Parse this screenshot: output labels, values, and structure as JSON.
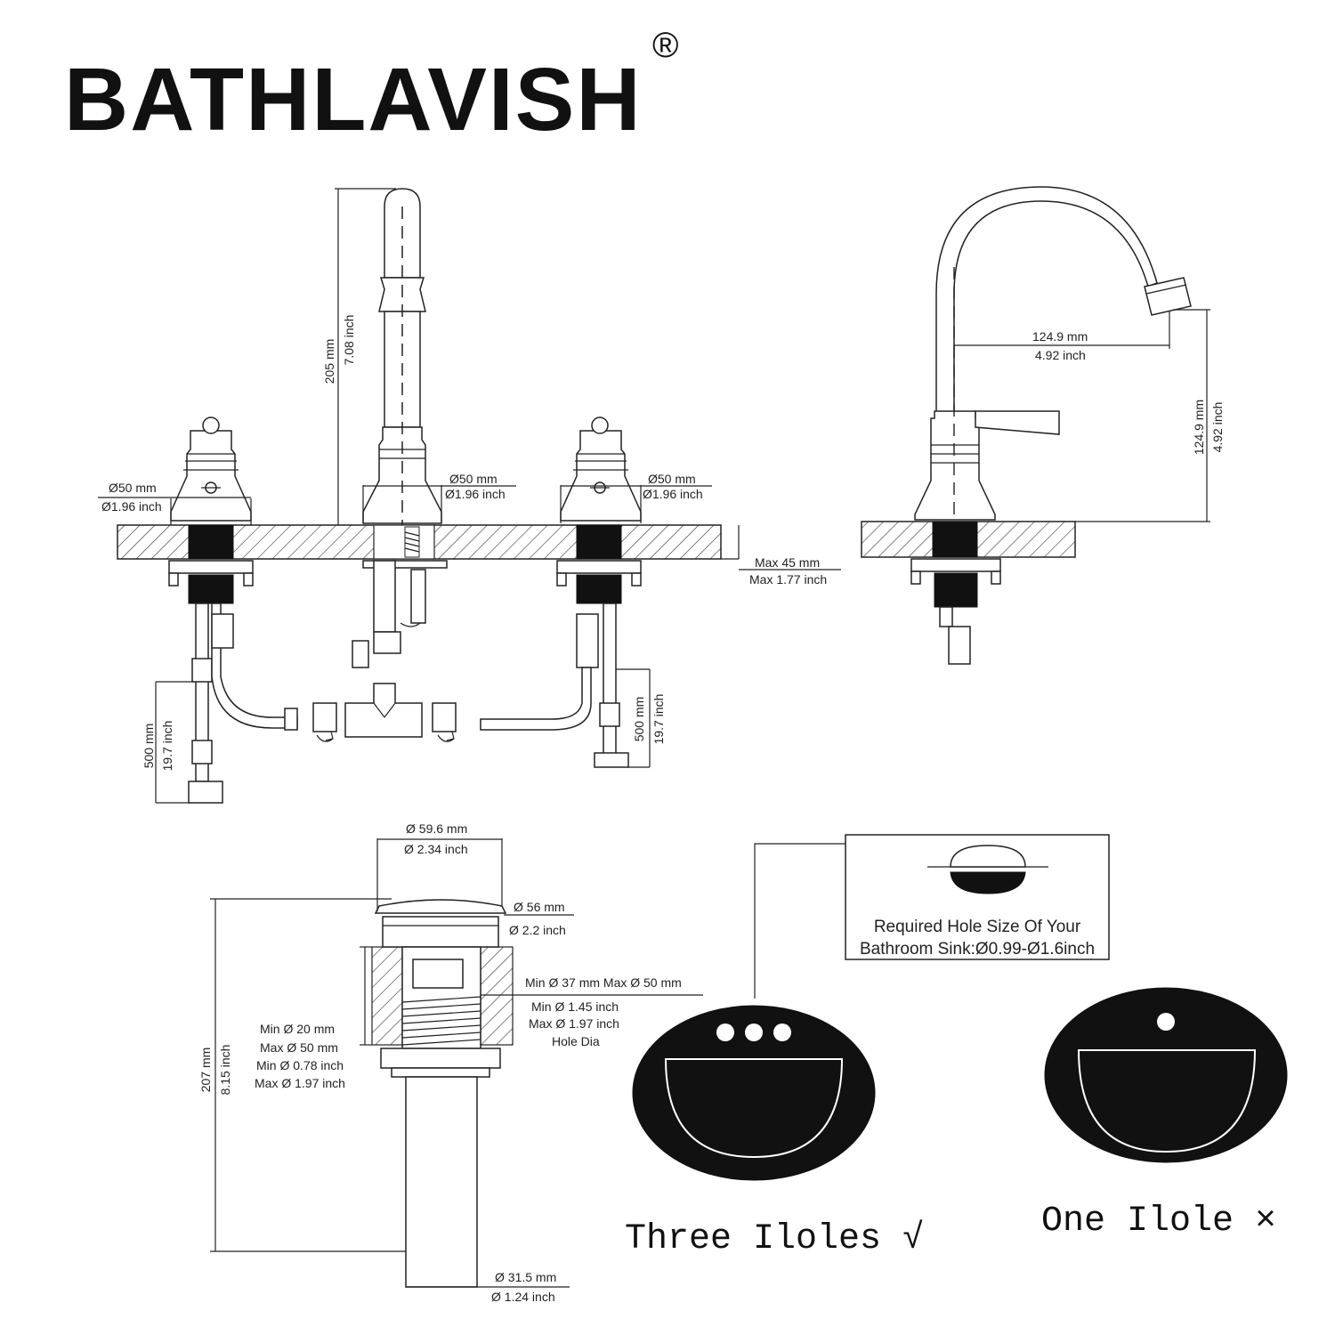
{
  "brand": {
    "name": "BATHLAVISH",
    "registered_mark": "®"
  },
  "faucet_front": {
    "spout_height_mm": "205 mm",
    "spout_height_in": "7.08 inch",
    "left_base_mm": "Ø50 mm",
    "left_base_in": "Ø1.96 inch",
    "center_base_mm": "Ø50 mm",
    "center_base_in": "Ø1.96 inch",
    "right_base_mm": "Ø50 mm",
    "right_base_in": "Ø1.96 inch",
    "deck_max_mm": "Max 45 mm",
    "deck_max_in": "Max 1.77 inch",
    "left_hose_mm": "500 mm",
    "left_hose_in": "19.7 inch",
    "right_hose_mm": "500 mm",
    "right_hose_in": "19.7 inch"
  },
  "faucet_side": {
    "reach_mm": "124.9 mm",
    "reach_in": "4.92 inch",
    "height_mm": "124.9 mm",
    "height_in": "4.92 inch"
  },
  "drain": {
    "cap_mm": "Ø 59.6 mm",
    "cap_in": "Ø 2.34 inch",
    "flange_mm": "Ø 56 mm",
    "flange_in": "Ø 2.2 inch",
    "hole_range_mm": "Min Ø 37 mm Max Ø 50 mm",
    "hole_min_in": "Min Ø 1.45 inch",
    "hole_max_in": "Max Ø 1.97 inch",
    "hole_label": "Hole Dia",
    "thick_min_mm": "Min Ø 20 mm",
    "thick_max_mm": "Max Ø 50 mm",
    "thick_min_in": "Min Ø 0.78 inch",
    "thick_max_in": "Max Ø 1.97 inch",
    "height_mm": "207 mm",
    "height_in": "8.15 inch",
    "tail_mm": "Ø 31.5 mm",
    "tail_in": "Ø 1.24 inch"
  },
  "hole_requirement": {
    "line1": "Required Hole Size Of Your",
    "line2": "Bathroom Sink:Ø0.99-Ø1.6inch"
  },
  "sinks": {
    "three_holes": "Three Iloles √",
    "one_hole": "One Ilole ×"
  }
}
